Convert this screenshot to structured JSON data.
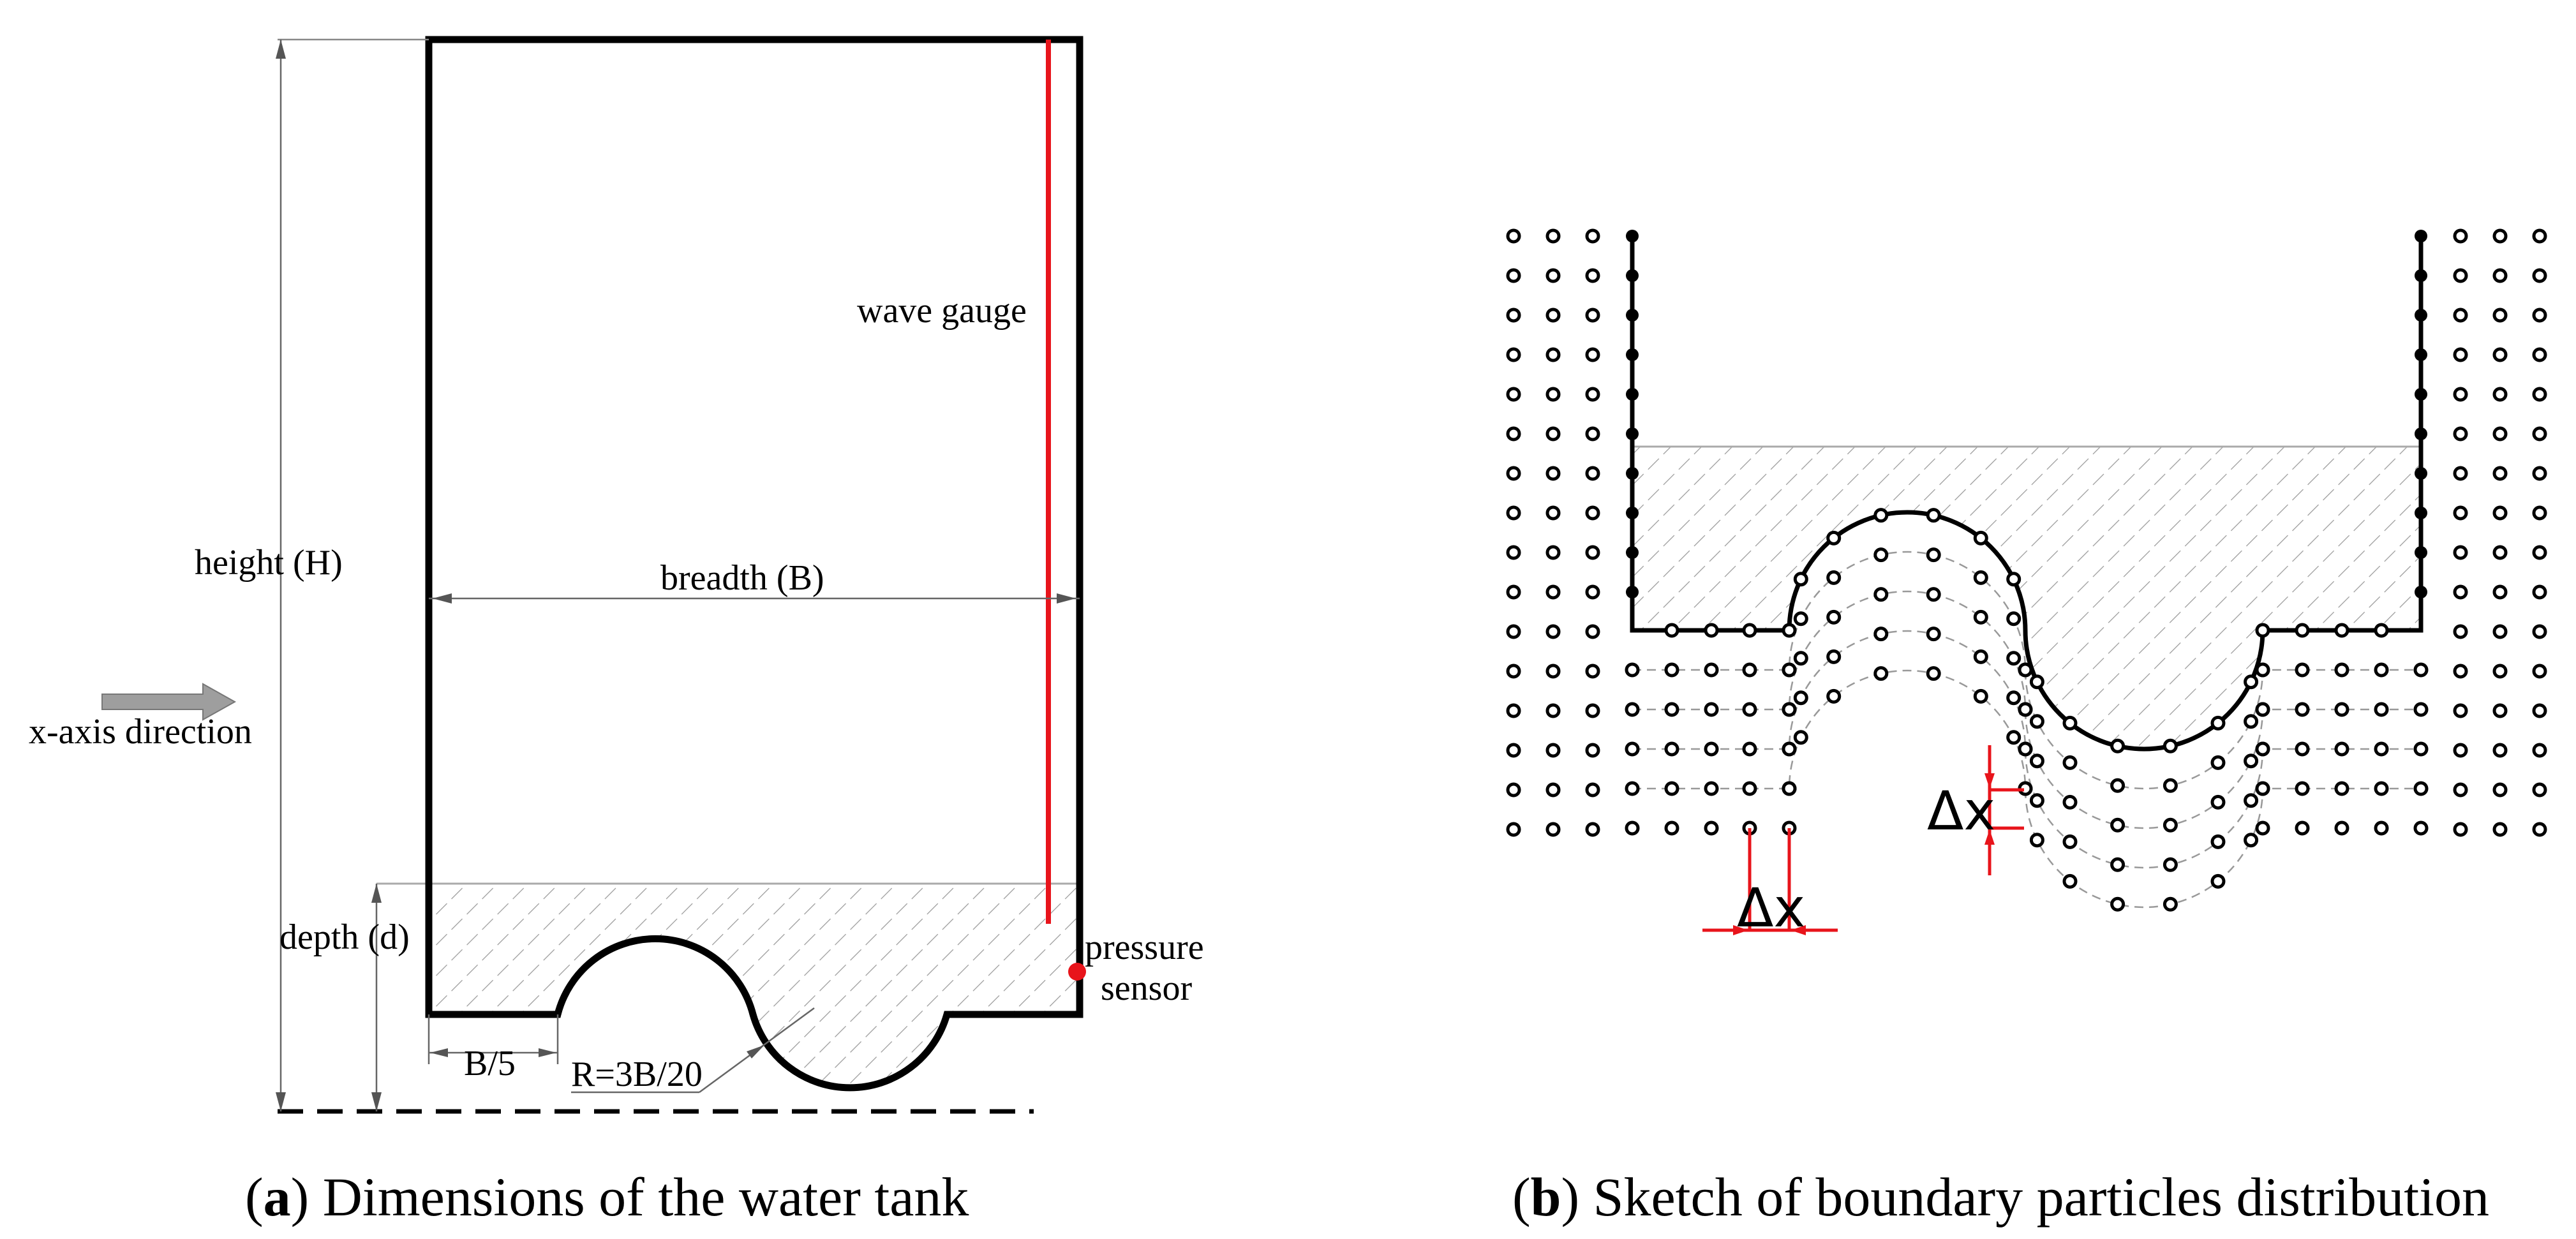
{
  "panel_a": {
    "caption_letter": "a",
    "caption_text": "Dimensions of the water tank",
    "labels": {
      "height": "height (H)",
      "breadth": "breadth (B)",
      "depth": "depth (d)",
      "wave_gauge": "wave gauge",
      "pressure_line1": "pressure",
      "pressure_line2": "sensor",
      "x_axis": "x-axis direction",
      "b5": "B/5",
      "radius": "R=3B/20"
    }
  },
  "panel_b": {
    "caption_letter": "b",
    "caption_text": "Sketch of boundary particles distribution",
    "labels": {
      "dx_vertical": "Δx",
      "dx_horizontal": "Δx"
    }
  },
  "colors": {
    "line": "#000000",
    "accent_red": "#e8141b",
    "hatch": "#9a9a9a",
    "arrow_gray": "#9e9e9e"
  }
}
